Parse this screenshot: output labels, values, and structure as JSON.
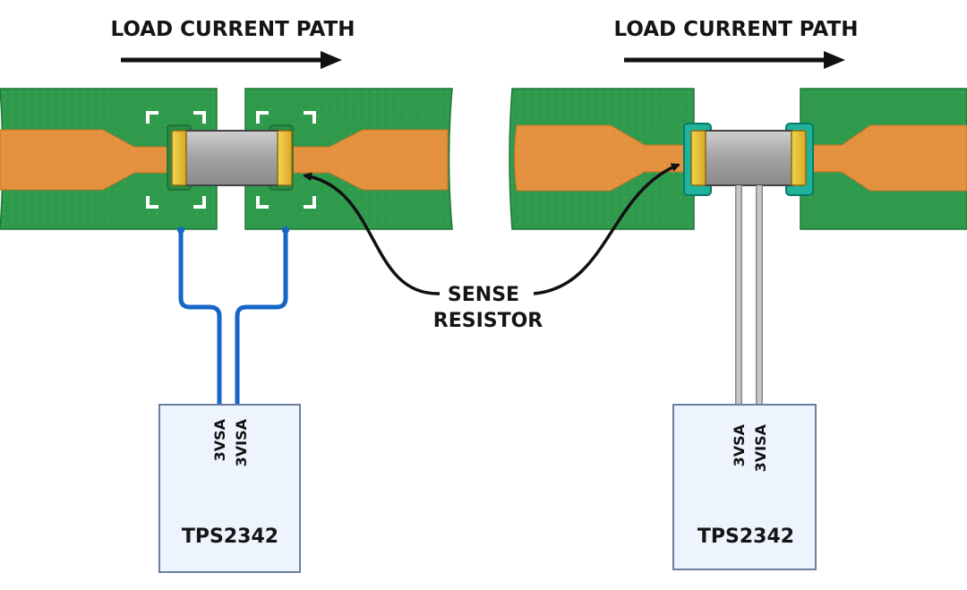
{
  "diagram": {
    "left_panel": {
      "header": "LOAD CURRENT PATH",
      "ic_name": "TPS2342",
      "pin_1": "3VSA",
      "pin_2": "3VISA"
    },
    "right_panel": {
      "header": "LOAD CURRENT PATH",
      "ic_name": "TPS2342",
      "pin_1": "3VSA",
      "pin_2": "3VISA"
    },
    "callout": {
      "line_1": "SENSE",
      "line_2": "RESISTOR"
    }
  },
  "colors": {
    "board_green": "#2f9a4c",
    "copper_orange": "#e3913f",
    "resistor_gray": "#a9a9a9",
    "pad_gold": "#e8c23a",
    "kelvin_trace_blue": "#1666c5",
    "trace_gray": "#b5b5b5",
    "ic_fill": "#eef4fd",
    "ic_border": "#6c7ea0"
  }
}
